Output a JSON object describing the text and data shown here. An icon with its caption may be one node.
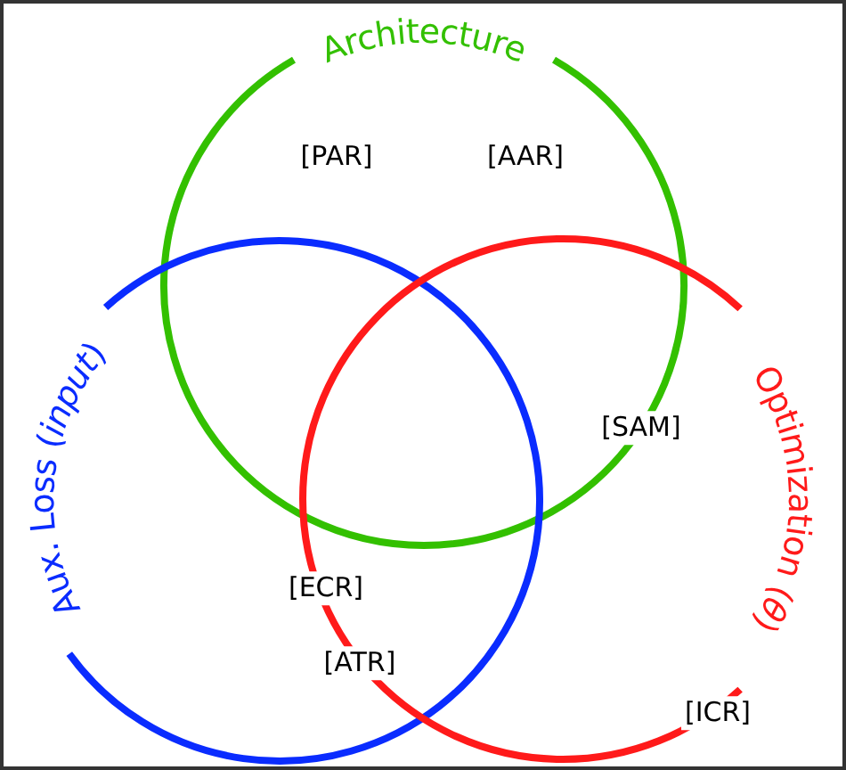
{
  "diagram": {
    "nodes": [
      {
        "text": [
          "Architecture"
        ]
      },
      {
        "text": [
          "Aux. Loss (*input*)"
        ]
      },
      {
        "text": [
          "Optimization (*θ*)"
        ]
      }
    ],
    "labels": [
      "[PAR]",
      "[AAR]",
      "[SAM]",
      "[ECR]",
      "[ATR]",
      "[ICR]"
    ]
  }
}
